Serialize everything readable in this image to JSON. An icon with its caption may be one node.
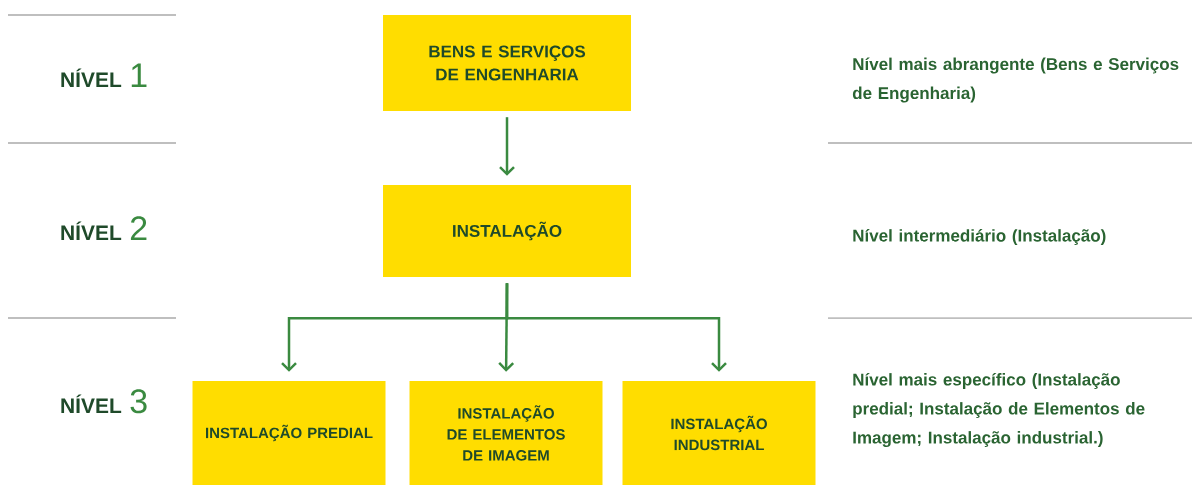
{
  "diagram": {
    "nodes": [
      {
        "text": [
          "BENS E SERVIÇOS DE ENGENHARIA"
        ]
      },
      {
        "text": [
          "INSTALAÇÃO"
        ]
      },
      {
        "text": [
          "INSTALAÇÃO PREDIAL"
        ]
      },
      {
        "text": [
          "INSTALAÇÃO DE ELEMENTOS DE IMAGEM"
        ]
      },
      {
        "text": [
          "INSTALAÇÃO INDUSTRIAL"
        ]
      }
    ],
    "edges": [
      {
        "from": 0,
        "to": 1,
        "arrow": "to"
      },
      {
        "from": 1,
        "to": 2,
        "arrow": "to"
      },
      {
        "from": 1,
        "to": 3,
        "arrow": "to"
      },
      {
        "from": 1,
        "to": 4,
        "arrow": "to"
      }
    ],
    "labels": [
      "NÍVEL",
      "1",
      "Nível mais abrangente (Bens e Serviços de Engenharia)",
      "NÍVEL",
      "2",
      "Nível intermediário (Instalação)",
      "NÍVEL",
      "3",
      "Nível mais específico (Instalação predial; Instalação de Elementos de Imagem; Instalação industrial.)"
    ]
  }
}
